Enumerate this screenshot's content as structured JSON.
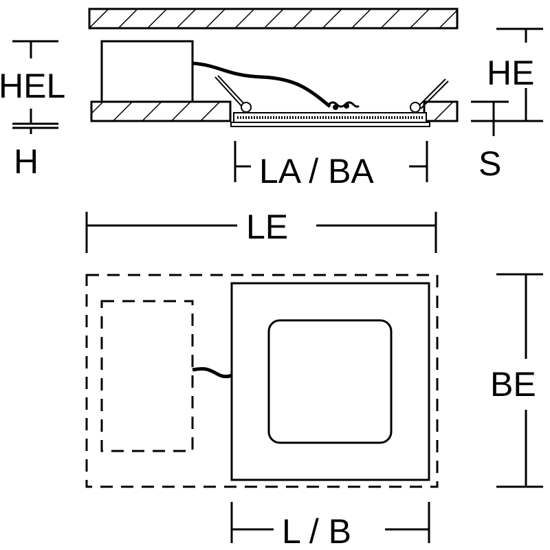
{
  "labels": {
    "hel": "HEL",
    "he": "HE",
    "h": "H",
    "s": "S",
    "la_ba": "LA / BA",
    "le": "LE",
    "be": "BE",
    "l_b": "L / B"
  },
  "colors": {
    "line": "#000000",
    "background": "#ffffff"
  }
}
